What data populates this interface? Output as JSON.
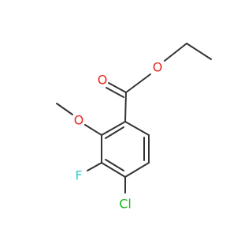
{
  "molecule": {
    "atoms": {
      "o_carbonyl": {
        "label": "O",
        "color": "#e8291c"
      },
      "o_ester": {
        "label": "O",
        "color": "#e8291c"
      },
      "o_methoxy": {
        "label": "O",
        "color": "#e8291c"
      },
      "fluorine": {
        "label": "F",
        "color": "#33cccc"
      },
      "chlorine": {
        "label": "Cl",
        "color": "#1fba1f"
      }
    }
  }
}
